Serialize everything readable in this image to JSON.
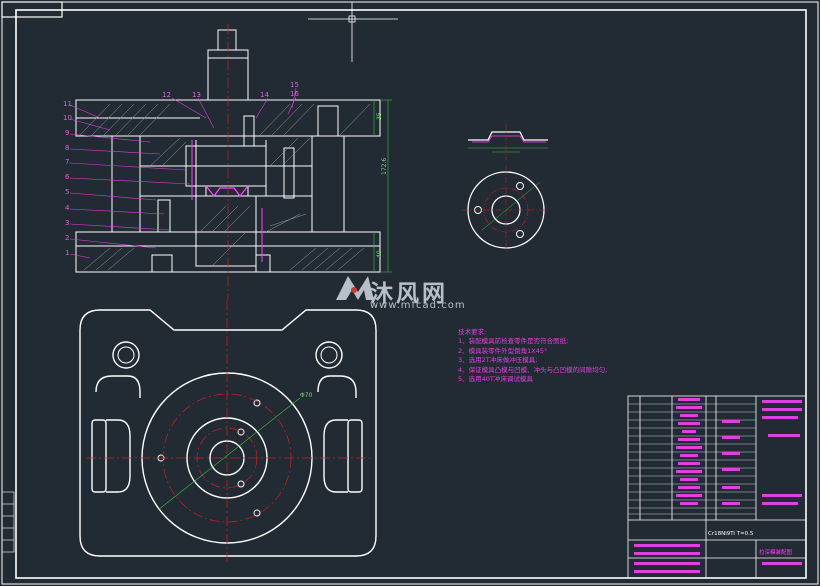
{
  "notes": {
    "heading": "技术要求:",
    "items": [
      "1、装配模具前检查零件是否符合图纸;",
      "2、模具装零件外型倒角1X45°",
      "3、选用2T冲床做冲压模具;",
      "4、保证模具凸模与凹模、冲头与凸凹模的间隙均匀;",
      "5、选用40T冲床调试模具"
    ]
  },
  "part_labels": [
    "1",
    "2",
    "3",
    "4",
    "5",
    "6",
    "7",
    "8",
    "9",
    "10",
    "11",
    "12",
    "13",
    "14",
    "15",
    "16"
  ],
  "dimensions": {
    "total_height": "172.6",
    "top_plate": "35",
    "bottom_plate": "40",
    "bolt_circle": "Φ70"
  },
  "watermark": {
    "name": "沐风网",
    "url": "www.mfcad.com"
  },
  "title_block": {
    "material": "Cr18Ni9Ti T=0.5",
    "drawing_name": "拉深模装配图"
  },
  "colors": {
    "background": "#222a33",
    "outline": "#ffffff",
    "label": "#e040e0",
    "centerline": "#d02020",
    "dimension": "#40c040"
  }
}
